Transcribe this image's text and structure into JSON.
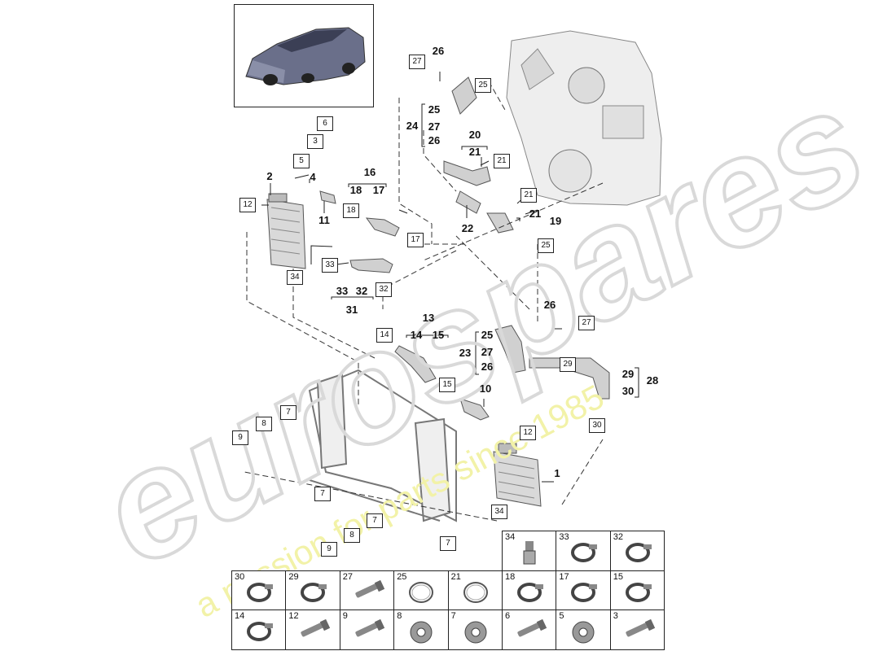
{
  "watermark": {
    "brand": "eurospares",
    "tagline": "a passion for parts since 1985"
  },
  "callouts": {
    "n1": "1",
    "n2": "2",
    "n3": "3",
    "n4": "4",
    "n5": "5",
    "n6": "6",
    "n7": "7",
    "n8": "8",
    "n9": "9",
    "n10": "10",
    "n11": "11",
    "n12": "12",
    "n13": "13",
    "n14": "14",
    "n15": "15",
    "n16": "16",
    "n17": "17",
    "n18": "18",
    "n19": "19",
    "n20": "20",
    "n21": "21",
    "n22": "22",
    "n23": "23",
    "n24": "24",
    "n25": "25",
    "n26": "26",
    "n27": "27",
    "n28": "28",
    "n29": "29",
    "n30": "30",
    "n31": "31",
    "n32": "32",
    "n33": "33",
    "n34": "34"
  },
  "parts_grid": {
    "row1": [
      "34",
      "33",
      "32"
    ],
    "row2": [
      "30",
      "29",
      "27",
      "25",
      "21",
      "18",
      "17",
      "15"
    ],
    "row3": [
      "14",
      "12",
      "9",
      "8",
      "7",
      "6",
      "5",
      "3"
    ]
  }
}
